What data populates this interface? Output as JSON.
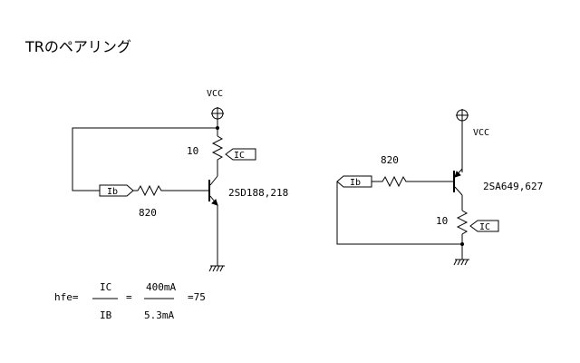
{
  "title": "TRのペアリング",
  "npn_circuit": {
    "vcc_label": "VCC",
    "collector_resistor": "10",
    "collector_current_tag": "IC",
    "base_current_tag": "Ib",
    "base_resistor": "820",
    "transistor": "2SD188,218"
  },
  "pnp_circuit": {
    "vcc_label": "VCC",
    "base_resistor": "820",
    "base_current_tag": "Ib",
    "transistor": "2SA649,627",
    "emitter_resistor": "10",
    "collector_current_tag": "IC"
  },
  "formula": {
    "lhs": "hfe=",
    "numerator_1": "IC",
    "denominator_1": "IB",
    "equals": "=",
    "numerator_2": "400mA",
    "denominator_2": "5.3mA",
    "result": "=75"
  },
  "colors": {
    "line": "#000000",
    "background": "#ffffff"
  }
}
